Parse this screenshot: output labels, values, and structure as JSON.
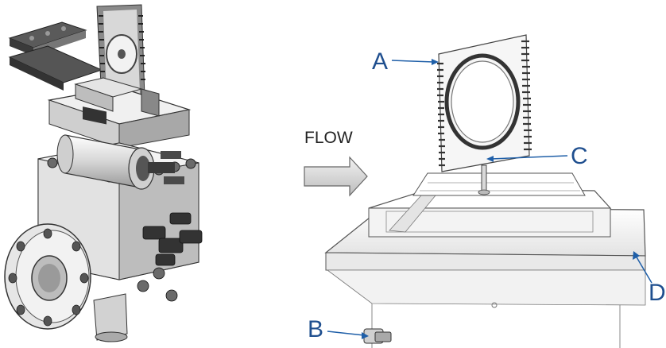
{
  "diagram": {
    "flow_label": "FLOW",
    "callouts": {
      "a": "A",
      "b": "B",
      "c": "C",
      "d": "D"
    },
    "colors": {
      "callout_text": "#1f4f8f",
      "callout_line": "#1f5fa8",
      "metal_light": "#e9e9e9",
      "metal_mid": "#c8c8c8",
      "metal_dark": "#5a5a5a",
      "outline": "#333333"
    }
  }
}
